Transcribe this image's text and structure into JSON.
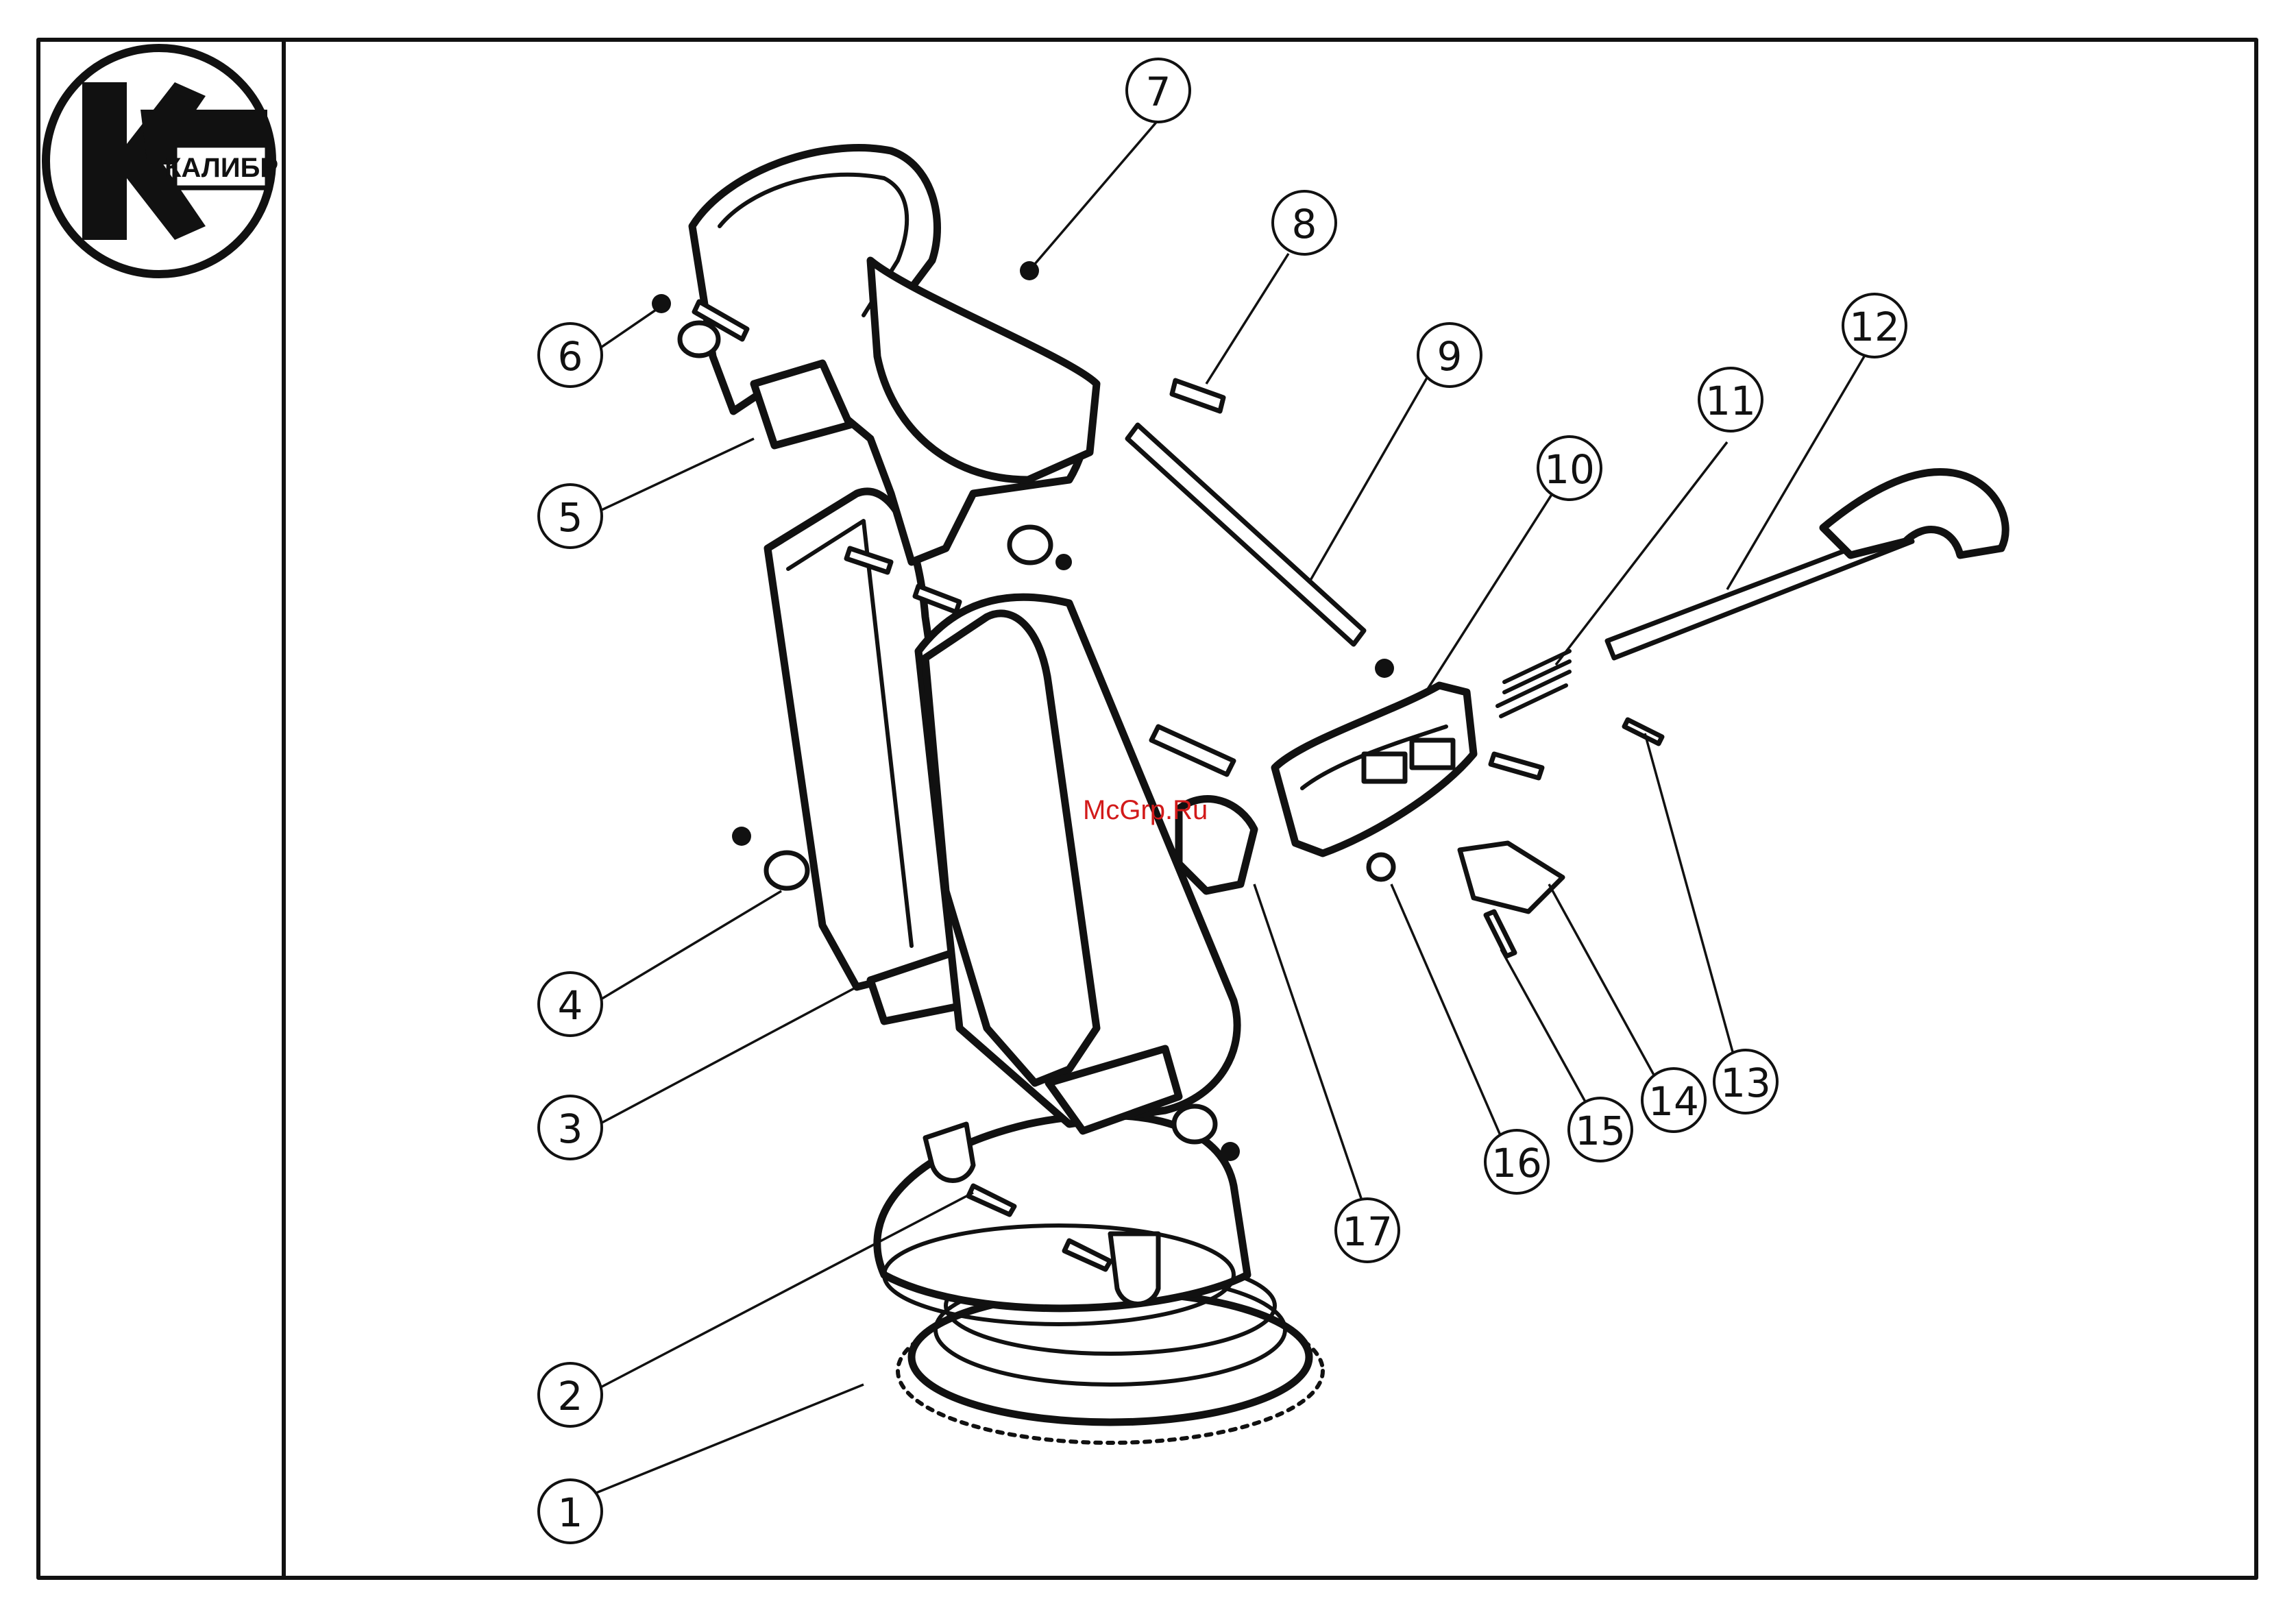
{
  "logo": {
    "text": "КАЛИБР"
  },
  "watermark": "McGrp.Ru",
  "callouts": [
    "1",
    "2",
    "3",
    "4",
    "5",
    "6",
    "7",
    "8",
    "9",
    "10",
    "11",
    "12",
    "13",
    "14",
    "15",
    "16",
    "17"
  ]
}
